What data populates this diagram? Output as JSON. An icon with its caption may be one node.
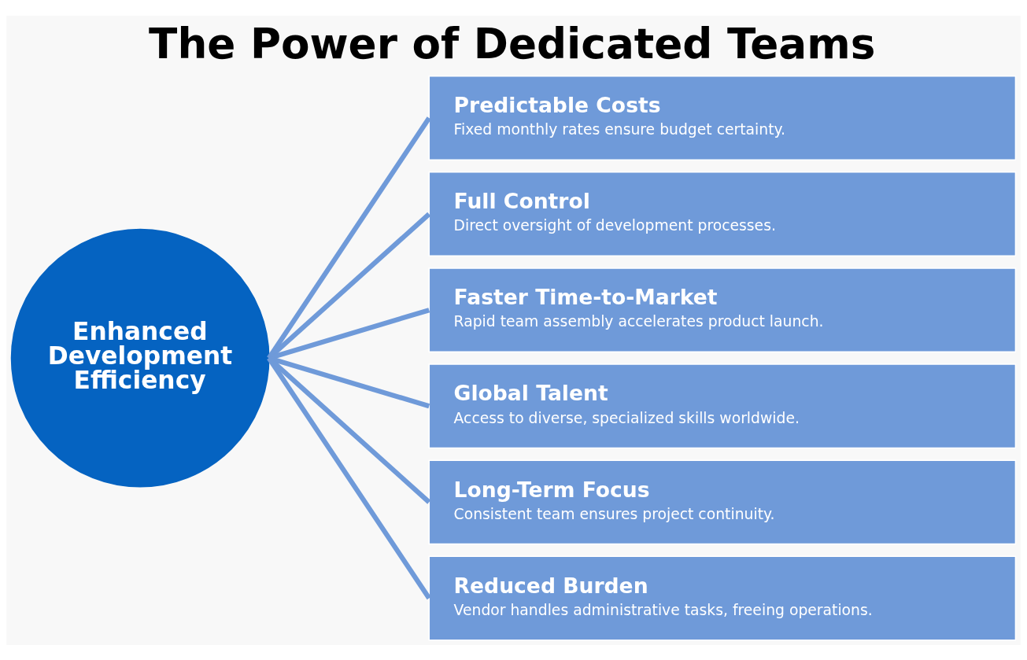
{
  "diagram": {
    "title": "The Power of Dedicated Teams",
    "nodes": [
      {
        "text": [
          "Enhanced Development Efficiency"
        ]
      },
      {
        "text": [
          "Predictable Costs",
          "Fixed monthly rates ensure budget certainty."
        ]
      },
      {
        "text": [
          "Full Control",
          "Direct oversight of development processes."
        ]
      },
      {
        "text": [
          "Faster Time-to-Market",
          "Rapid team assembly accelerates product launch."
        ]
      },
      {
        "text": [
          "Global Talent",
          "Access to diverse, specialized skills worldwide."
        ]
      },
      {
        "text": [
          "Long-Term Focus",
          "Consistent team ensures project continuity."
        ]
      },
      {
        "text": [
          "Reduced Burden",
          "Vendor handles administrative tasks, freeing operations."
        ]
      }
    ],
    "edges": [
      {
        "from": 0,
        "to": 1,
        "arrow": "none"
      },
      {
        "from": 0,
        "to": 2,
        "arrow": "none"
      },
      {
        "from": 0,
        "to": 3,
        "arrow": "none"
      },
      {
        "from": 0,
        "to": 4,
        "arrow": "none"
      },
      {
        "from": 0,
        "to": 5,
        "arrow": "none"
      },
      {
        "from": 0,
        "to": 6,
        "arrow": "none"
      }
    ]
  }
}
